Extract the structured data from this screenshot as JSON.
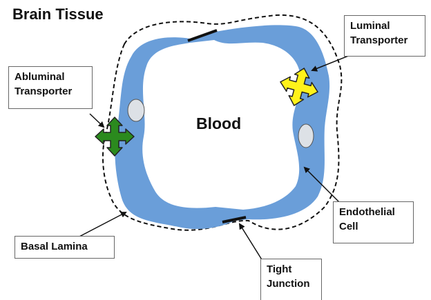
{
  "diagram": {
    "title": "Brain Tissue",
    "center_label": "Blood",
    "labels": {
      "abluminal_transporter": [
        "Abluminal",
        "Transporter"
      ],
      "luminal_transporter": [
        "Luminal",
        "Transporter"
      ],
      "endothelial_cell": [
        "Endothelial",
        "Cell"
      ],
      "basal_lamina": [
        "Basal Lamina"
      ],
      "tight_junction": [
        "Tight",
        "Junction"
      ]
    },
    "colors": {
      "endothelium": "#6a9ed9",
      "nucleus": "#dde1e6",
      "abluminal_transporter": "#2b8a1e",
      "luminal_transporter": "#fff21a",
      "basal_lamina": "#111111",
      "tight_junction": "#111111"
    }
  }
}
